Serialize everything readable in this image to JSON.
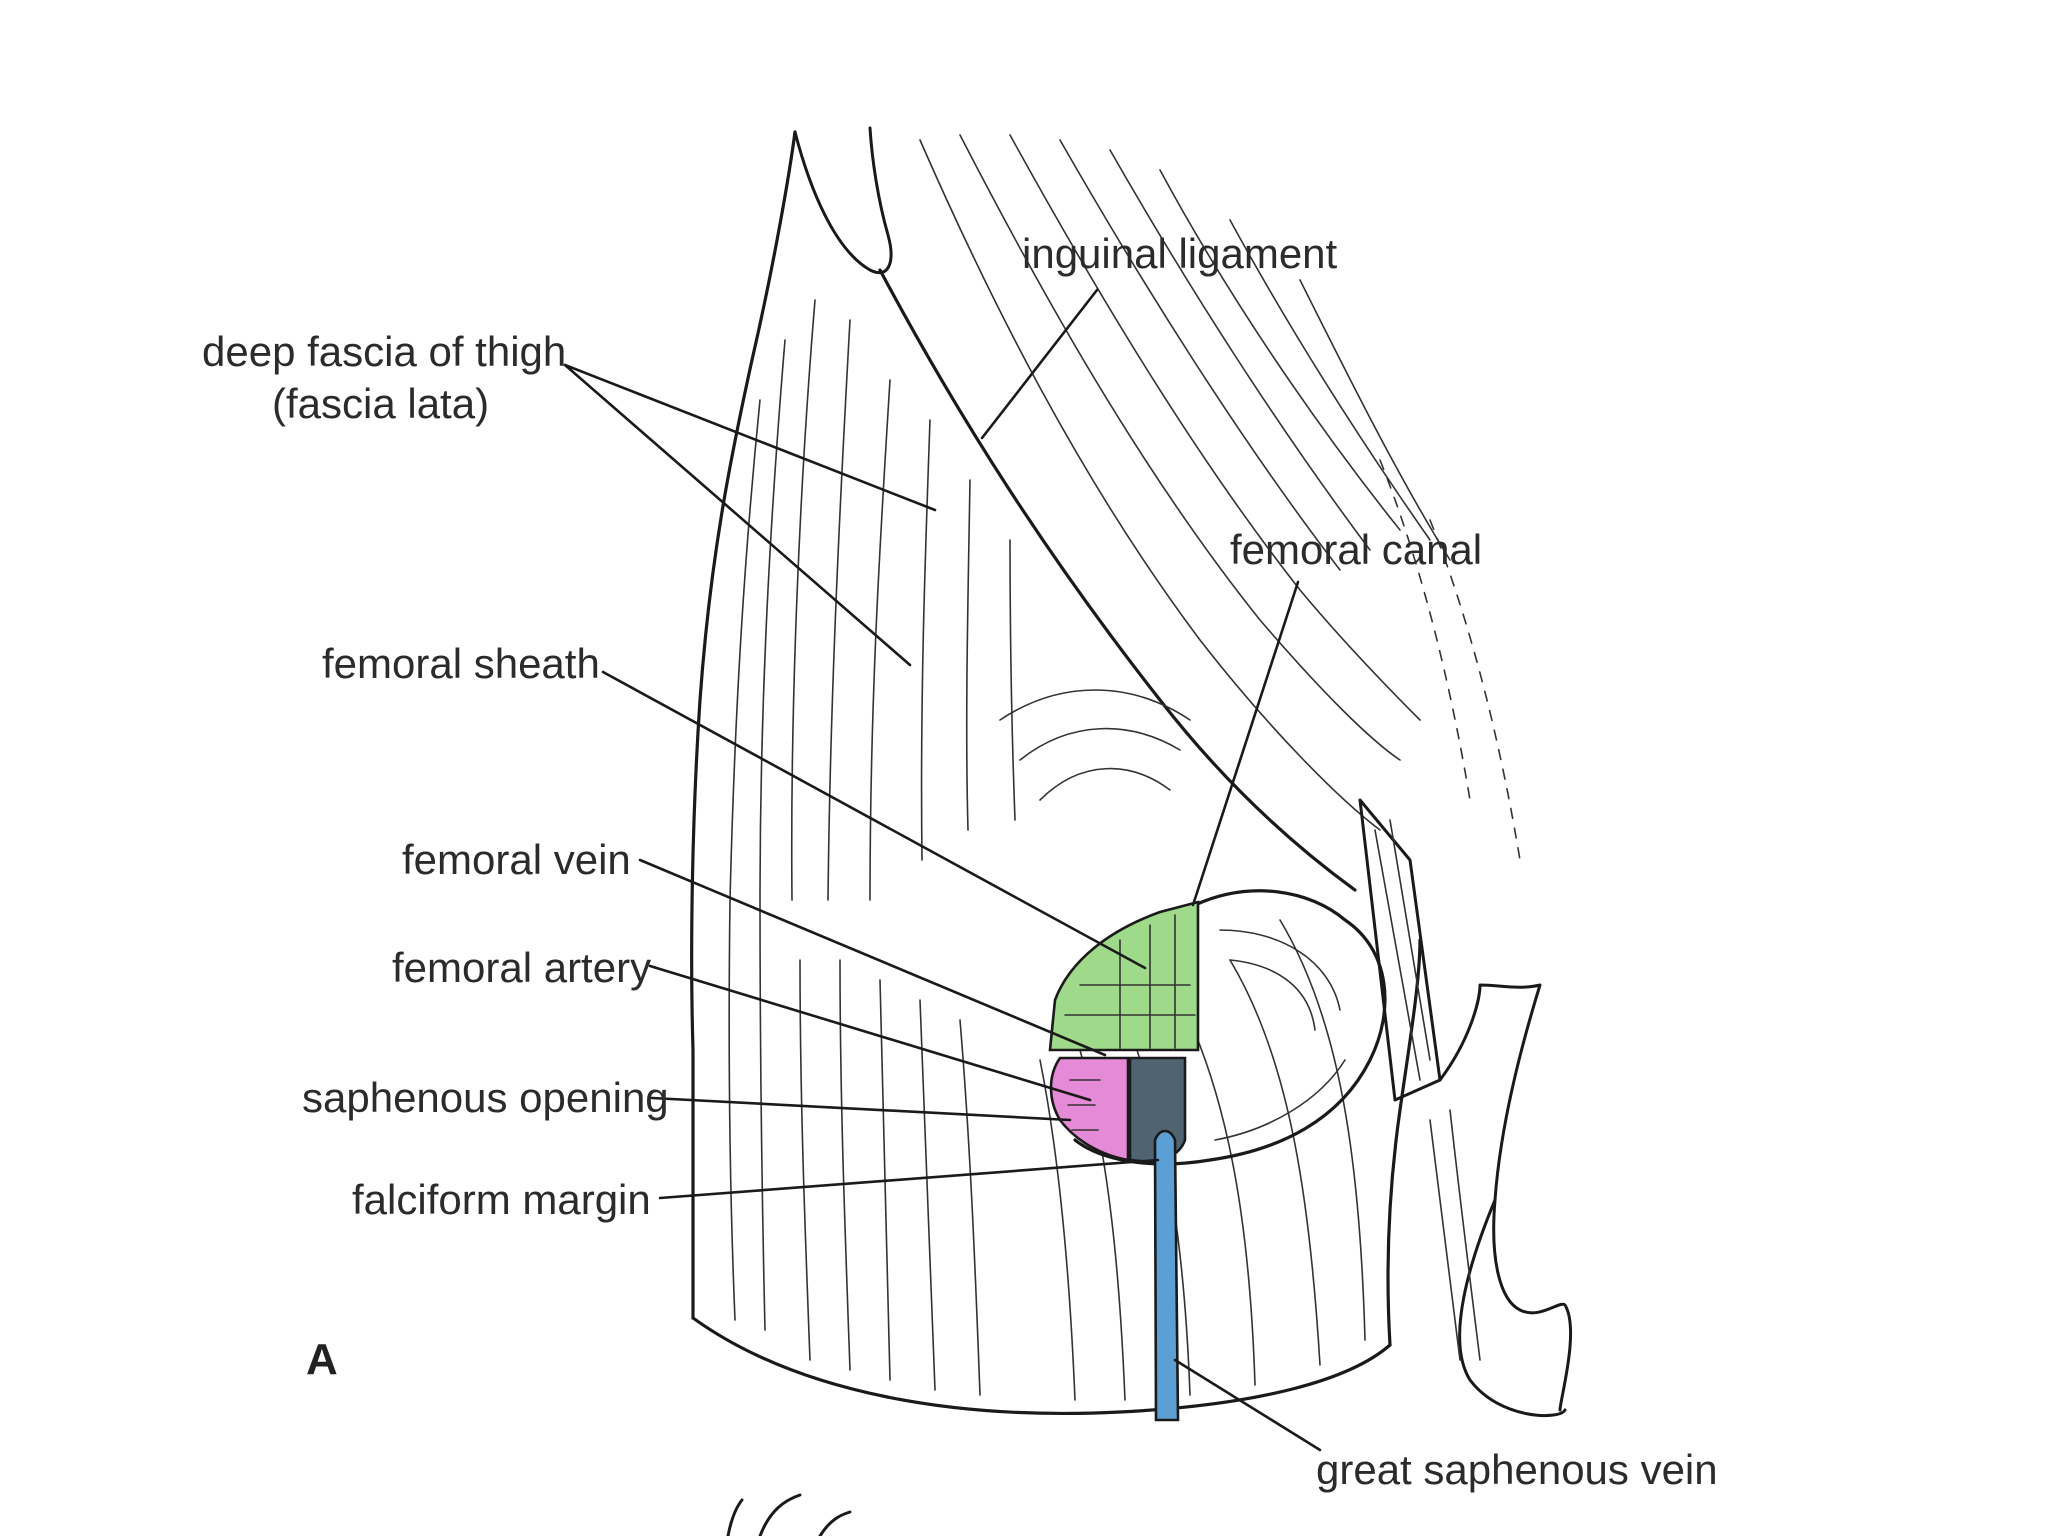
{
  "figure_letter": "A",
  "labels": {
    "inguinal_ligament": "inguinal ligament",
    "deep_fascia_line1": "deep fascia of thigh",
    "deep_fascia_line2": "(fascia lata)",
    "femoral_canal": "femoral canal",
    "femoral_sheath": "femoral sheath",
    "femoral_vein": "femoral vein",
    "femoral_artery": "femoral artery",
    "saphenous_opening": "saphenous opening",
    "falciform_margin": "falciform margin",
    "great_saphenous_vein": "great saphenous vein"
  },
  "colors": {
    "femoral_canal_fill": "#9fd98a",
    "femoral_artery_fill": "#e58ad6",
    "femoral_vein_fill": "#4f6470",
    "great_saphenous_vein_fill": "#5b9fd4",
    "ink": "#1a1a1a"
  }
}
